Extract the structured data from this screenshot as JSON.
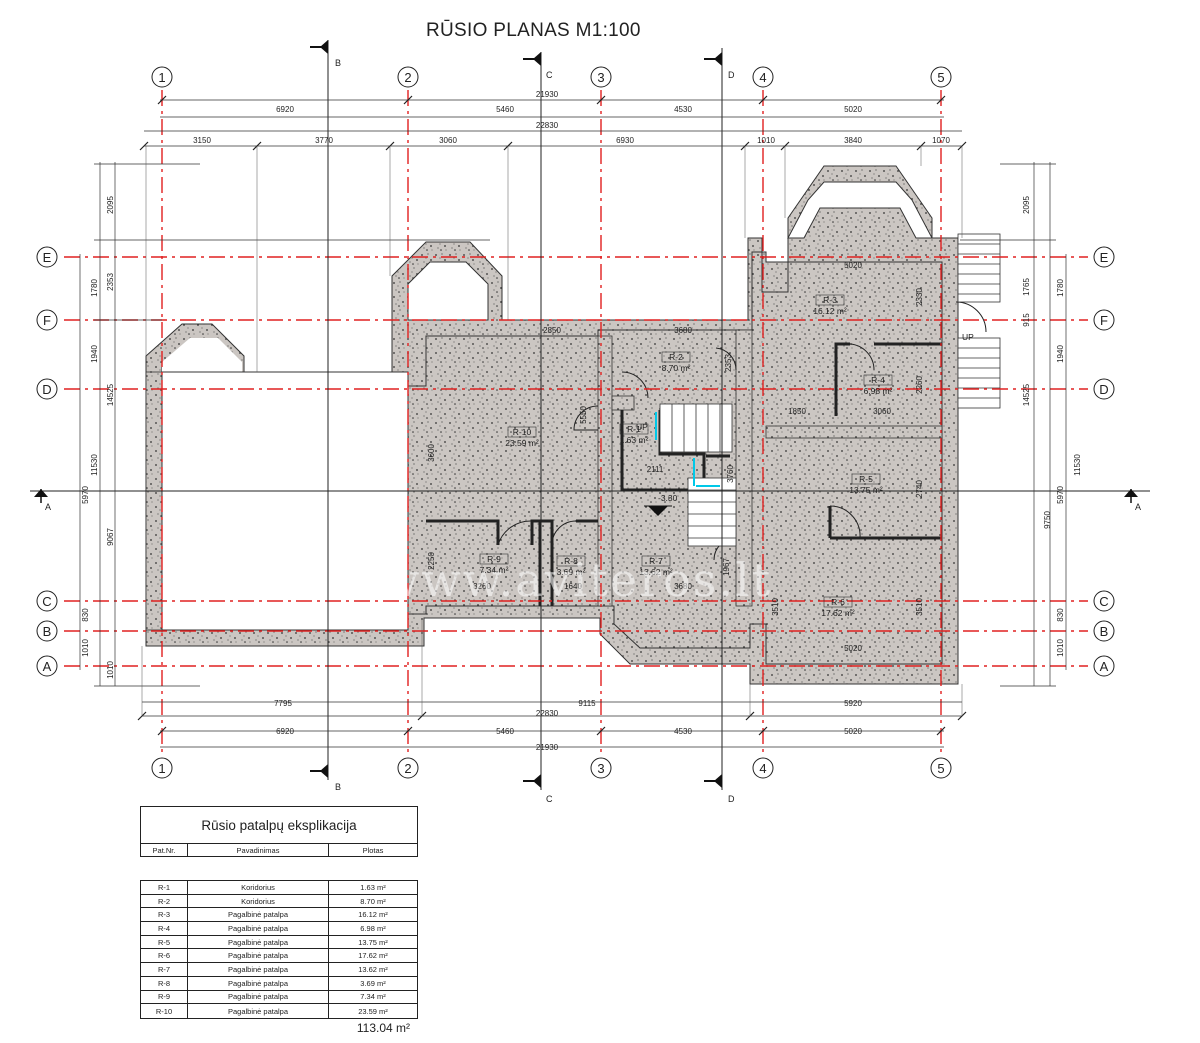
{
  "title": "RŪSIO PLANAS M1:100",
  "grid_columns": [
    "1",
    "2",
    "3",
    "4",
    "5"
  ],
  "grid_rows": [
    "E",
    "F",
    "D",
    "C",
    "B",
    "A"
  ],
  "sections": {
    "b": "B",
    "c": "C",
    "d": "D",
    "a": "A"
  },
  "dims": {
    "top_overall_1": "21930",
    "top_overall_2": "22830",
    "top_row1": [
      "6920",
      "5460",
      "4530",
      "5020"
    ],
    "top_row2": [
      "3150",
      "3770",
      "3060",
      "6930",
      "1010",
      "3840",
      "1070"
    ],
    "bottom_row1": [
      "7795",
      "9115",
      "5920"
    ],
    "bottom_overall_1": "22830",
    "bottom_row2": [
      "6920",
      "5460",
      "4530",
      "5020"
    ],
    "bottom_overall_2": "21930",
    "left_outer": [
      "2095",
      "2353",
      "14525",
      "9067",
      "1010"
    ],
    "left_mid": [
      "1780",
      "1940",
      "11530"
    ],
    "left_inner": [
      "5970",
      "830",
      "1010"
    ],
    "right_outer": [
      "2095",
      "1765",
      "915",
      "14525",
      "9750"
    ],
    "right_mid": [
      "1780",
      "1940",
      "11530"
    ],
    "right_inner": [
      "5970",
      "830",
      "1010"
    ],
    "interior": [
      "5020",
      "2330",
      "2850",
      "3680",
      "2353",
      "1850",
      "3060",
      "2260",
      "5550",
      "3600",
      "2111",
      "3760",
      "2740",
      "2250",
      "3260",
      "1640",
      "3680",
      "1967",
      "3510",
      "3510",
      "5020"
    ]
  },
  "rooms": [
    {
      "id": "R-1",
      "area": "1.63 m²"
    },
    {
      "id": "R-2",
      "area": "8.70 m²"
    },
    {
      "id": "R-3",
      "area": "16.12 m²"
    },
    {
      "id": "R-4",
      "area": "6.98 m²"
    },
    {
      "id": "R-5",
      "area": "13.75 m²"
    },
    {
      "id": "R-6",
      "area": "17.62 m²"
    },
    {
      "id": "R-7",
      "area": "13.62 m²"
    },
    {
      "id": "R-8",
      "area": "3.69 m²"
    },
    {
      "id": "R-9",
      "area": "7.34 m²"
    },
    {
      "id": "R-10",
      "area": "23.59 m²"
    }
  ],
  "level": "-3.30",
  "stair_labels": [
    "UP",
    "UP"
  ],
  "watermark": "www.aviteros.lt",
  "legend": {
    "title": "Rūsio patalpų eksplikacija",
    "headers": [
      "Pat.Nr.",
      "Pavadinimas",
      "Plotas"
    ],
    "rows": [
      [
        "R-1",
        "Koridorius",
        "1.63 m²"
      ],
      [
        "R-2",
        "Koridorius",
        "8.70 m²"
      ],
      [
        "R-3",
        "Pagalbinė patalpa",
        "16.12 m²"
      ],
      [
        "R-4",
        "Pagalbinė patalpa",
        "6.98 m²"
      ],
      [
        "R-5",
        "Pagalbinė patalpa",
        "13.75 m²"
      ],
      [
        "R-6",
        "Pagalbinė patalpa",
        "17.62 m²"
      ],
      [
        "R-7",
        "Pagalbinė patalpa",
        "13.62 m²"
      ],
      [
        "R-8",
        "Pagalbinė patalpa",
        "3.69 m²"
      ],
      [
        "R-9",
        "Pagalbinė patalpa",
        "7.34 m²"
      ],
      [
        "R-10",
        "Pagalbinė patalpa",
        "23.59 m²"
      ]
    ],
    "total": "113.04 m²"
  },
  "colors": {
    "grid_red": "#e02020",
    "wall_fill": "#c9c4c0",
    "room_fill": "#d3d3d3",
    "ink": "#222222"
  }
}
